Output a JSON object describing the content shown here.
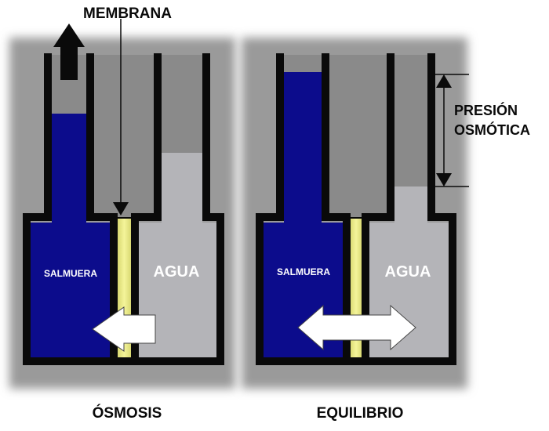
{
  "labels": {
    "membrane": "MEMBRANA",
    "osmotic_pressure_line1": "PRESIÓN",
    "osmotic_pressure_line2": "OSMÓTICA",
    "brine": "SALMUERA",
    "water": "AGUA",
    "caption_left": "ÓSMOSIS",
    "caption_right": "EQUILIBRIO"
  },
  "colors": {
    "background": "#ffffff",
    "shadow": "#9a9a9a",
    "wall": "#0a0a0a",
    "brine": "#0c0c8c",
    "water": "#b4b4b8",
    "empty": "#8a8a8a",
    "membrane": "#e8e87a",
    "arrow": "#ffffff"
  }
}
